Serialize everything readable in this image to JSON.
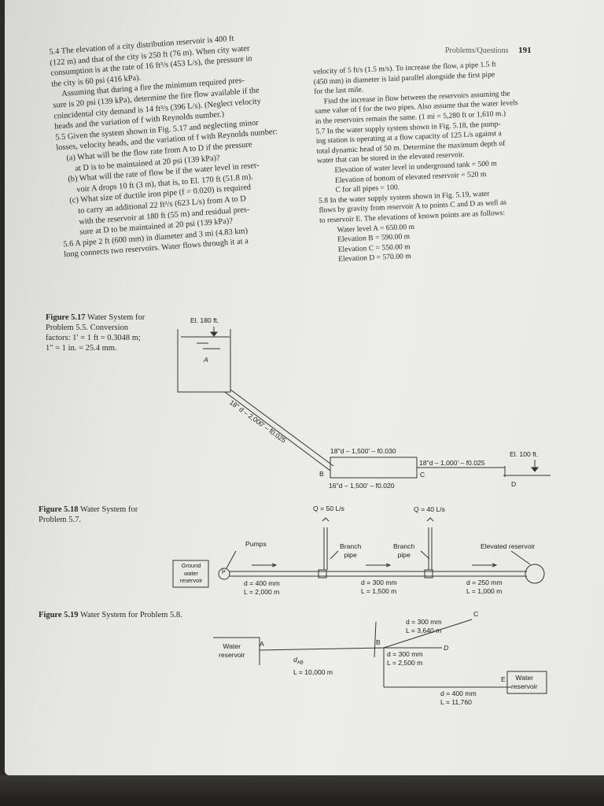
{
  "header": {
    "section": "Problems/Questions",
    "page_number": "191"
  },
  "left_column": [
    "5.4  The elevation of a city distribution reservoir is 400 ft",
    "(122 m) and that of the city is 250 ft (76 m). When city water",
    "consumption is at the rate of 16 ft³/s (453 L/s), the pressure in",
    "the city is 60 psi (416 kPa).",
    "Assuming that during a fire the minimum required pres-",
    "sure is 20 psi (139 kPa), determine the fire flow available if the",
    "coincidental city demand is 14 ft³/s (396 L/s). (Neglect velocity",
    "heads and the variation of f with Reynolds number.)",
    "5.5  Given the system shown in Fig. 5.17 and neglecting minor",
    "losses, velocity heads, and the variation of f with Reynolds number:",
    "(a)  What will be the flow rate from A to D if the pressure",
    "at D is to be maintained at 20 psi (139 kPa)?",
    "(b)  What will the rate of flow be if the water level in reser-",
    "voir A drops 10 ft (3 m), that is, to El. 170 ft (51.8 m).",
    "(c)  What size of ductile iron pipe (f = 0.020) is required",
    "to carry an additional 22 ft³/s (623 L/s) from A to D",
    "with the reservoir at 180 ft (55 m) and residual pres-",
    "sure at D to be maintained at 20 psi (139 kPa)?",
    "5.6  A pipe 2 ft (600 mm) in diameter and 3 mi (4.83 km)",
    "long connects two reservoirs. Water flows through it at a"
  ],
  "right_column": [
    "velocity of 5 ft/s (1.5 m/s). To increase the flow, a pipe 1.5 ft",
    "(450 mm) in diameter is laid parallel alongside the first pipe",
    "for the last mile.",
    "Find the increase in flow between the reservoirs assuming the",
    "same value of f for the two pipes. Also assume that the water levels",
    "in the reservoirs remain the same. (1 mi = 5,280 ft or 1,610 m.)",
    "5.7  In the water supply system shown in Fig. 5.18, the pump-",
    "ing station is operating at a flow capacity of 125 L/s against a",
    "total dynamic head of 50 m. Determine the maximum depth of",
    "water that can be stored in the elevated reservoir.",
    "Elevation of water level in underground tank = 500 m",
    "Elevation of bottom of elevated reservoir = 520 m",
    "C for all pipes = 100.",
    "5.8  In the water supply system shown in Fig. 5.19, water",
    "flows by gravity from reservoir A to points C and D as well as",
    "to reservoir E. The elevations of known points are as follows:",
    "Water level A = 650.00 m",
    "Elevation B    = 590.00 m",
    "Elevation C    = 550.00 m",
    "Elevation D    = 570.00 m"
  ],
  "figure_5_17": {
    "caption_bold": "Figure 5.17",
    "caption_lines": [
      " Water System for",
      "Problem 5.5. Conversion",
      "factors: 1′ = 1 ft = 0.3048 m;",
      "1″ = 1 in. = 25.4 mm."
    ],
    "el_a": "El. 180 ft.",
    "point_a": "A",
    "pipe_ab": "18\" d – 2,000' – f0.025",
    "pipe_upper": "18\"d – 1,500' – f0.030",
    "pipe_lower": "16\"d – 1,500' – f0.020",
    "pipe_cd": "18\"d – 1,000' – f0.025",
    "point_b": "B",
    "point_c": "C",
    "point_d": "D",
    "el_d": "El. 100 ft."
  },
  "figure_5_18": {
    "caption_bold": "Figure 5.18",
    "caption_lines": [
      " Water System for",
      "Problem 5.7."
    ],
    "q1": "Q = 50 L/s",
    "q2": "Q = 40 L/s",
    "pumps": "Pumps",
    "branch1": [
      "Branch",
      "pipe"
    ],
    "branch2": [
      "Branch",
      "pipe"
    ],
    "elevated": "Elevated reservoir",
    "ground": [
      "Ground",
      "water",
      "reservoir"
    ],
    "p_label": "P",
    "seg1": [
      "d = 400 mm",
      "L = 2,000 m"
    ],
    "seg2": [
      "d = 300 mm",
      "L = 1,500 m"
    ],
    "seg3": [
      "d = 250 mm",
      "L = 1,000 m"
    ]
  },
  "figure_5_19": {
    "caption_bold": "Figure 5.19",
    "caption_lines": [
      " Water System for Problem 5.8."
    ],
    "reservoir_a": [
      "Water",
      "reservoir"
    ],
    "point_a": "A",
    "point_b": "B",
    "point_c": "C",
    "point_d": "D",
    "point_e": "E",
    "reservoir_e": [
      "Water",
      "reservoir"
    ],
    "pipe_ab": [
      "d",
      "AB",
      "L = 10,000 m"
    ],
    "pipe_bc": [
      "d = 300 mm",
      "L = 3,640 m"
    ],
    "pipe_bd": [
      "d = 300 mm",
      "L = 2,500 m"
    ],
    "pipe_be": [
      "d = 400 mm",
      "L = 11,760"
    ]
  }
}
